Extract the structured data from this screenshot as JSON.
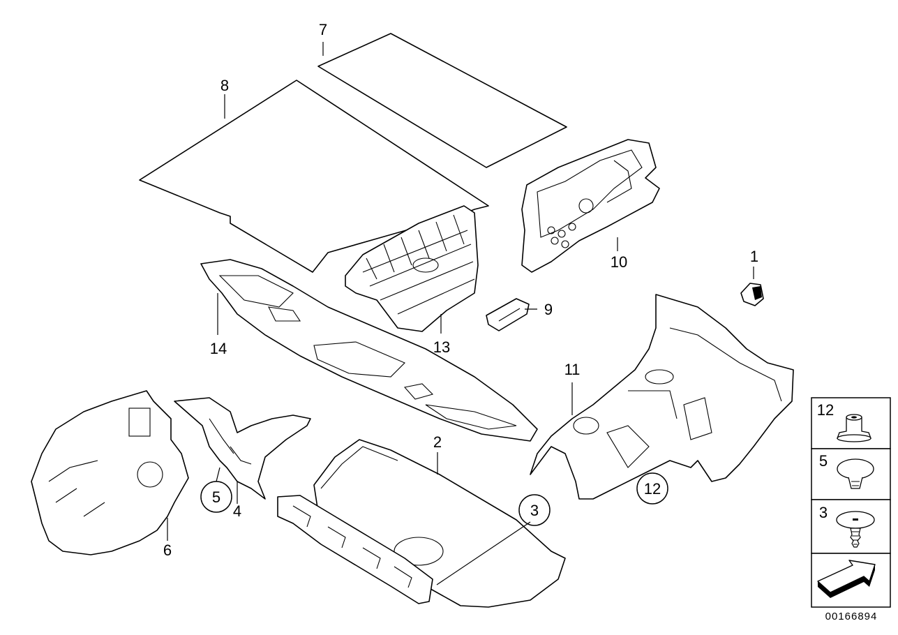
{
  "diagram": {
    "callouts": [
      {
        "id": "7",
        "text": "7"
      },
      {
        "id": "8",
        "text": "8"
      },
      {
        "id": "10",
        "text": "10"
      },
      {
        "id": "1",
        "text": "1"
      },
      {
        "id": "9",
        "text": "9"
      },
      {
        "id": "13",
        "text": "13"
      },
      {
        "id": "14",
        "text": "14"
      },
      {
        "id": "11",
        "text": "11"
      },
      {
        "id": "2",
        "text": "2"
      },
      {
        "id": "3",
        "text": "3"
      },
      {
        "id": "12",
        "text": "12"
      },
      {
        "id": "5",
        "text": "5"
      },
      {
        "id": "4",
        "text": "4"
      },
      {
        "id": "6",
        "text": "6"
      }
    ],
    "legend": [
      {
        "number": "12",
        "icon": "push-nut-icon"
      },
      {
        "number": "5",
        "icon": "expanding-rivet-icon"
      },
      {
        "number": "3",
        "icon": "screw-clip-icon"
      },
      {
        "icon": "arrow-icon"
      }
    ],
    "catalog_number": "00166894"
  }
}
